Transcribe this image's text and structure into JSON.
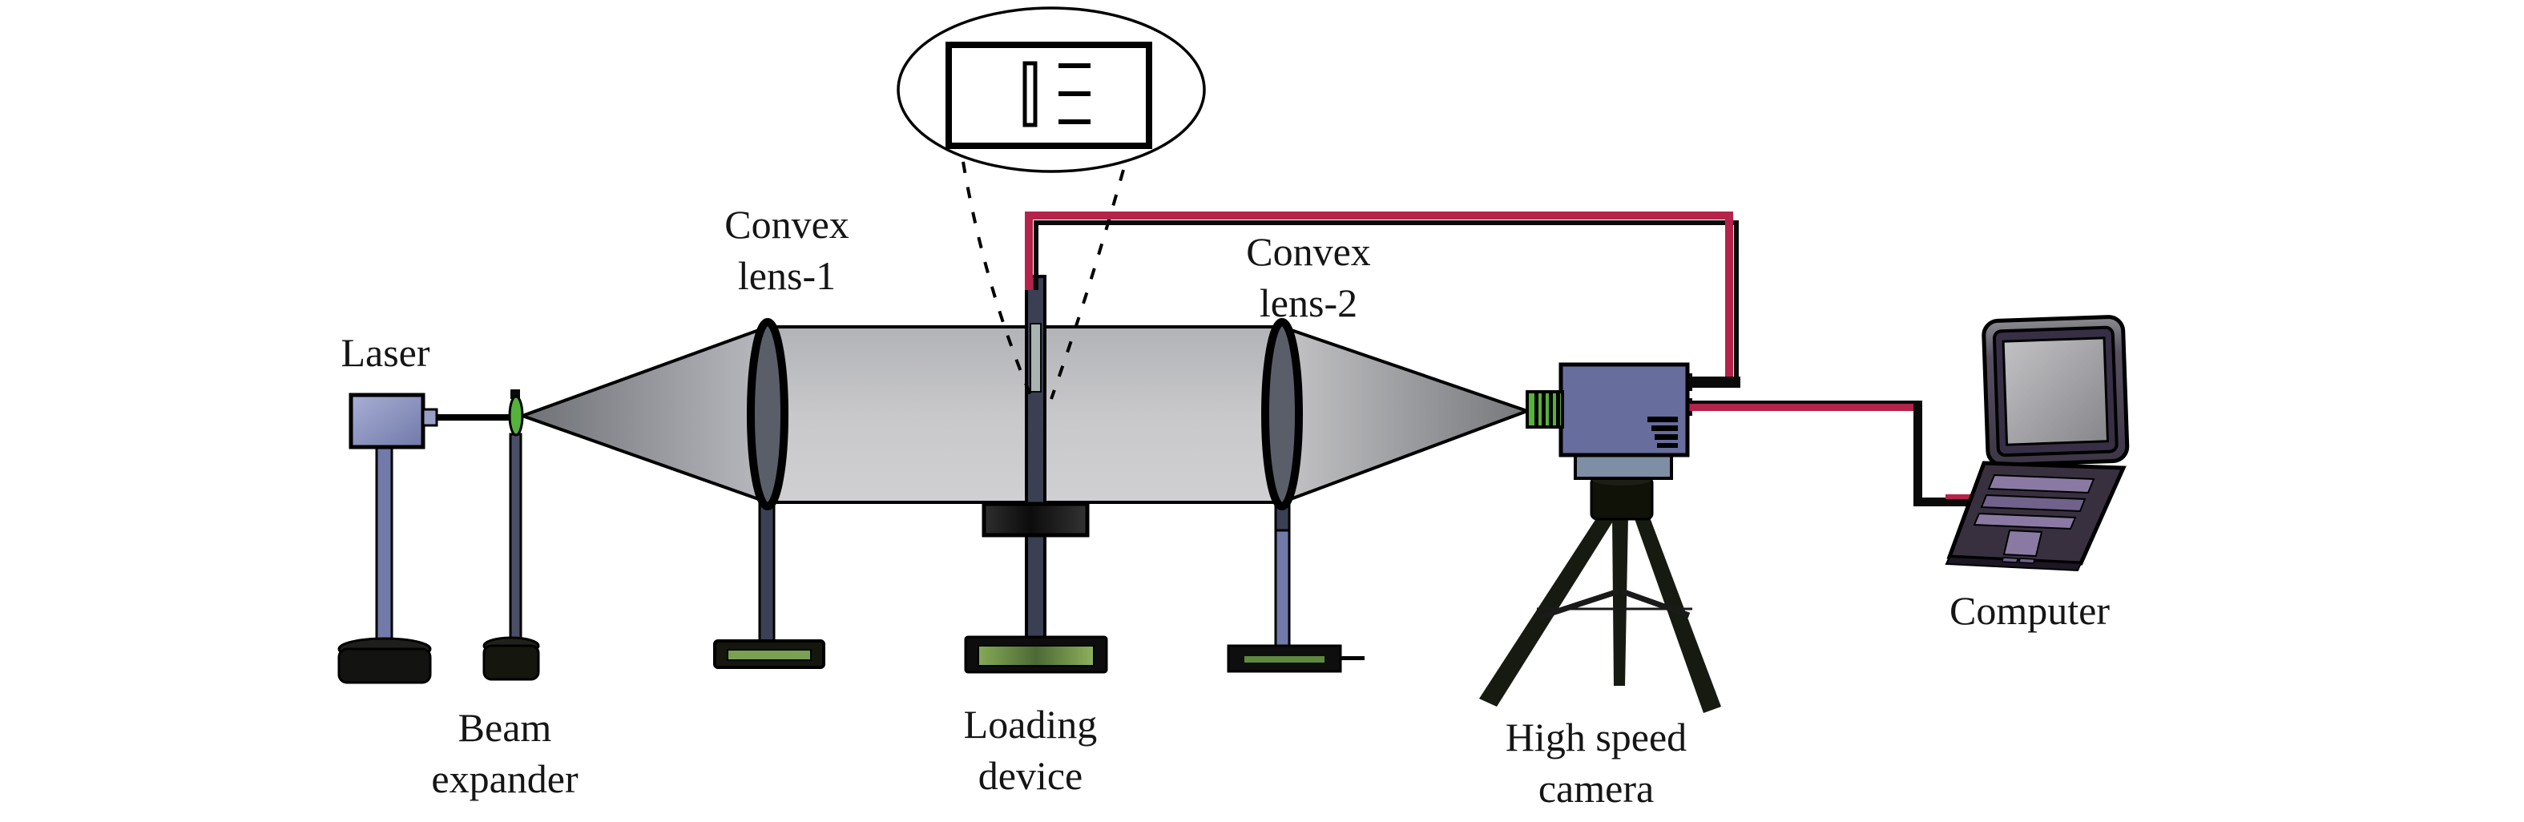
{
  "figure": {
    "type": "optical-experiment-setup-diagram",
    "background": "#ffffff"
  },
  "labels": {
    "laser": "Laser",
    "beam_expander": {
      "line1": "Beam",
      "line2": "expander"
    },
    "convex_lens_1": {
      "line1": "Convex",
      "line2": "lens-1"
    },
    "loading_device": {
      "line1": "Loading",
      "line2": "device"
    },
    "convex_lens_2": {
      "line1": "Convex",
      "line2": "lens-2"
    },
    "high_speed_camera": {
      "line1": "High speed",
      "line2": "camera"
    },
    "computer": "Computer"
  },
  "colors": {
    "wire_red": "#b5234a",
    "lens_green": "#55b23a",
    "base_green": "#7aa052",
    "camera_body_blue": "#676d9c",
    "camera_mount_gray": "#7e8ea4",
    "pole_blue": "#717aa8",
    "metal_slate": "#3c4054",
    "beam_light_gray": "#c7c7c9",
    "beam_dark_gray": "#737579",
    "laptop_purple": "#39303f",
    "laptop_key_purple": "#8a7aa3",
    "ink_black": "#0a0a0a"
  }
}
